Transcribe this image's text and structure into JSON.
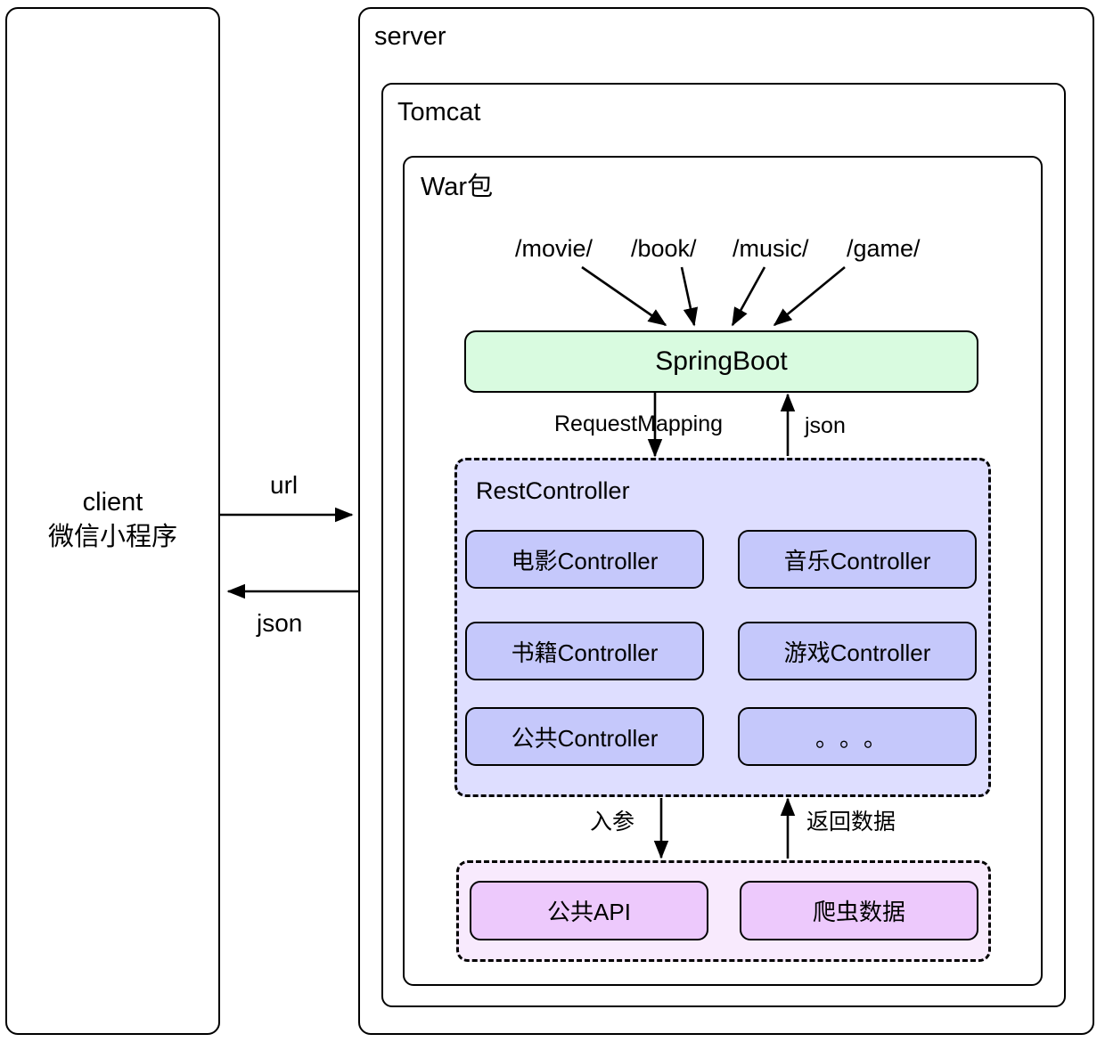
{
  "diagram": {
    "title": "Client-Server SpringBoot Architecture",
    "client": {
      "name": "client-box",
      "line1": "client",
      "line2": "微信小程序"
    },
    "containers": {
      "server": "server",
      "tomcat": "Tomcat",
      "war": "War包"
    },
    "routes": [
      {
        "label": "/movie/"
      },
      {
        "label": "/book/"
      },
      {
        "label": "/music/"
      },
      {
        "label": "/game/"
      }
    ],
    "springboot": {
      "label": "SpringBoot",
      "fill": "#d9fbe0"
    },
    "rest_controller": {
      "title": "RestController",
      "fill": "#dedeff",
      "item_fill": "#c5c8fb",
      "items": [
        {
          "label": "电影Controller"
        },
        {
          "label": "音乐Controller"
        },
        {
          "label": "书籍Controller"
        },
        {
          "label": "游戏Controller"
        },
        {
          "label": "公共Controller"
        },
        {
          "label": "。。。"
        }
      ]
    },
    "data_sources": {
      "fill": "#f8eafd",
      "item_fill": "#edc9fc",
      "items": [
        {
          "label": "公共API"
        },
        {
          "label": "爬虫数据"
        }
      ]
    },
    "edges": {
      "url": "url",
      "json_client": "json",
      "request_mapping": "RequestMapping",
      "json_controller": "json",
      "in_params": "入参",
      "return_data": "返回数据"
    }
  }
}
